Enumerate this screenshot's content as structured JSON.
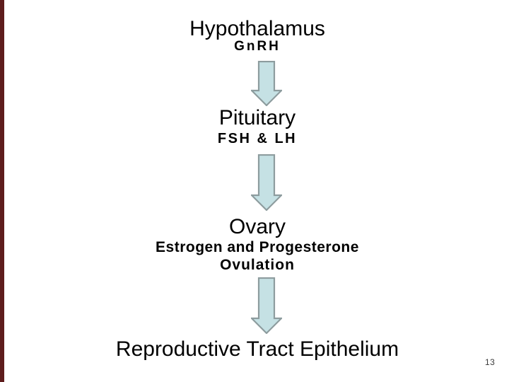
{
  "slide": {
    "page_number": "13",
    "flow": {
      "step1": {
        "title": "Hypothalamus",
        "hormone": "GnRH"
      },
      "step2": {
        "title": "Pituitary",
        "hormone": "FSH & LH"
      },
      "step3": {
        "title": "Ovary",
        "hormone": "Estrogen and Progesterone",
        "event": "Ovulation"
      },
      "step4": {
        "title": "Reproductive Tract Epithelium"
      }
    },
    "icons": {
      "down_arrow": "block-down-arrow"
    },
    "colors": {
      "arrow_fill": "#c5e1e4",
      "arrow_stroke": "#8d9c9e",
      "left_accent_bar": "#5e1c1c",
      "text": "#000000",
      "page_number": "#3a3a3a"
    }
  }
}
